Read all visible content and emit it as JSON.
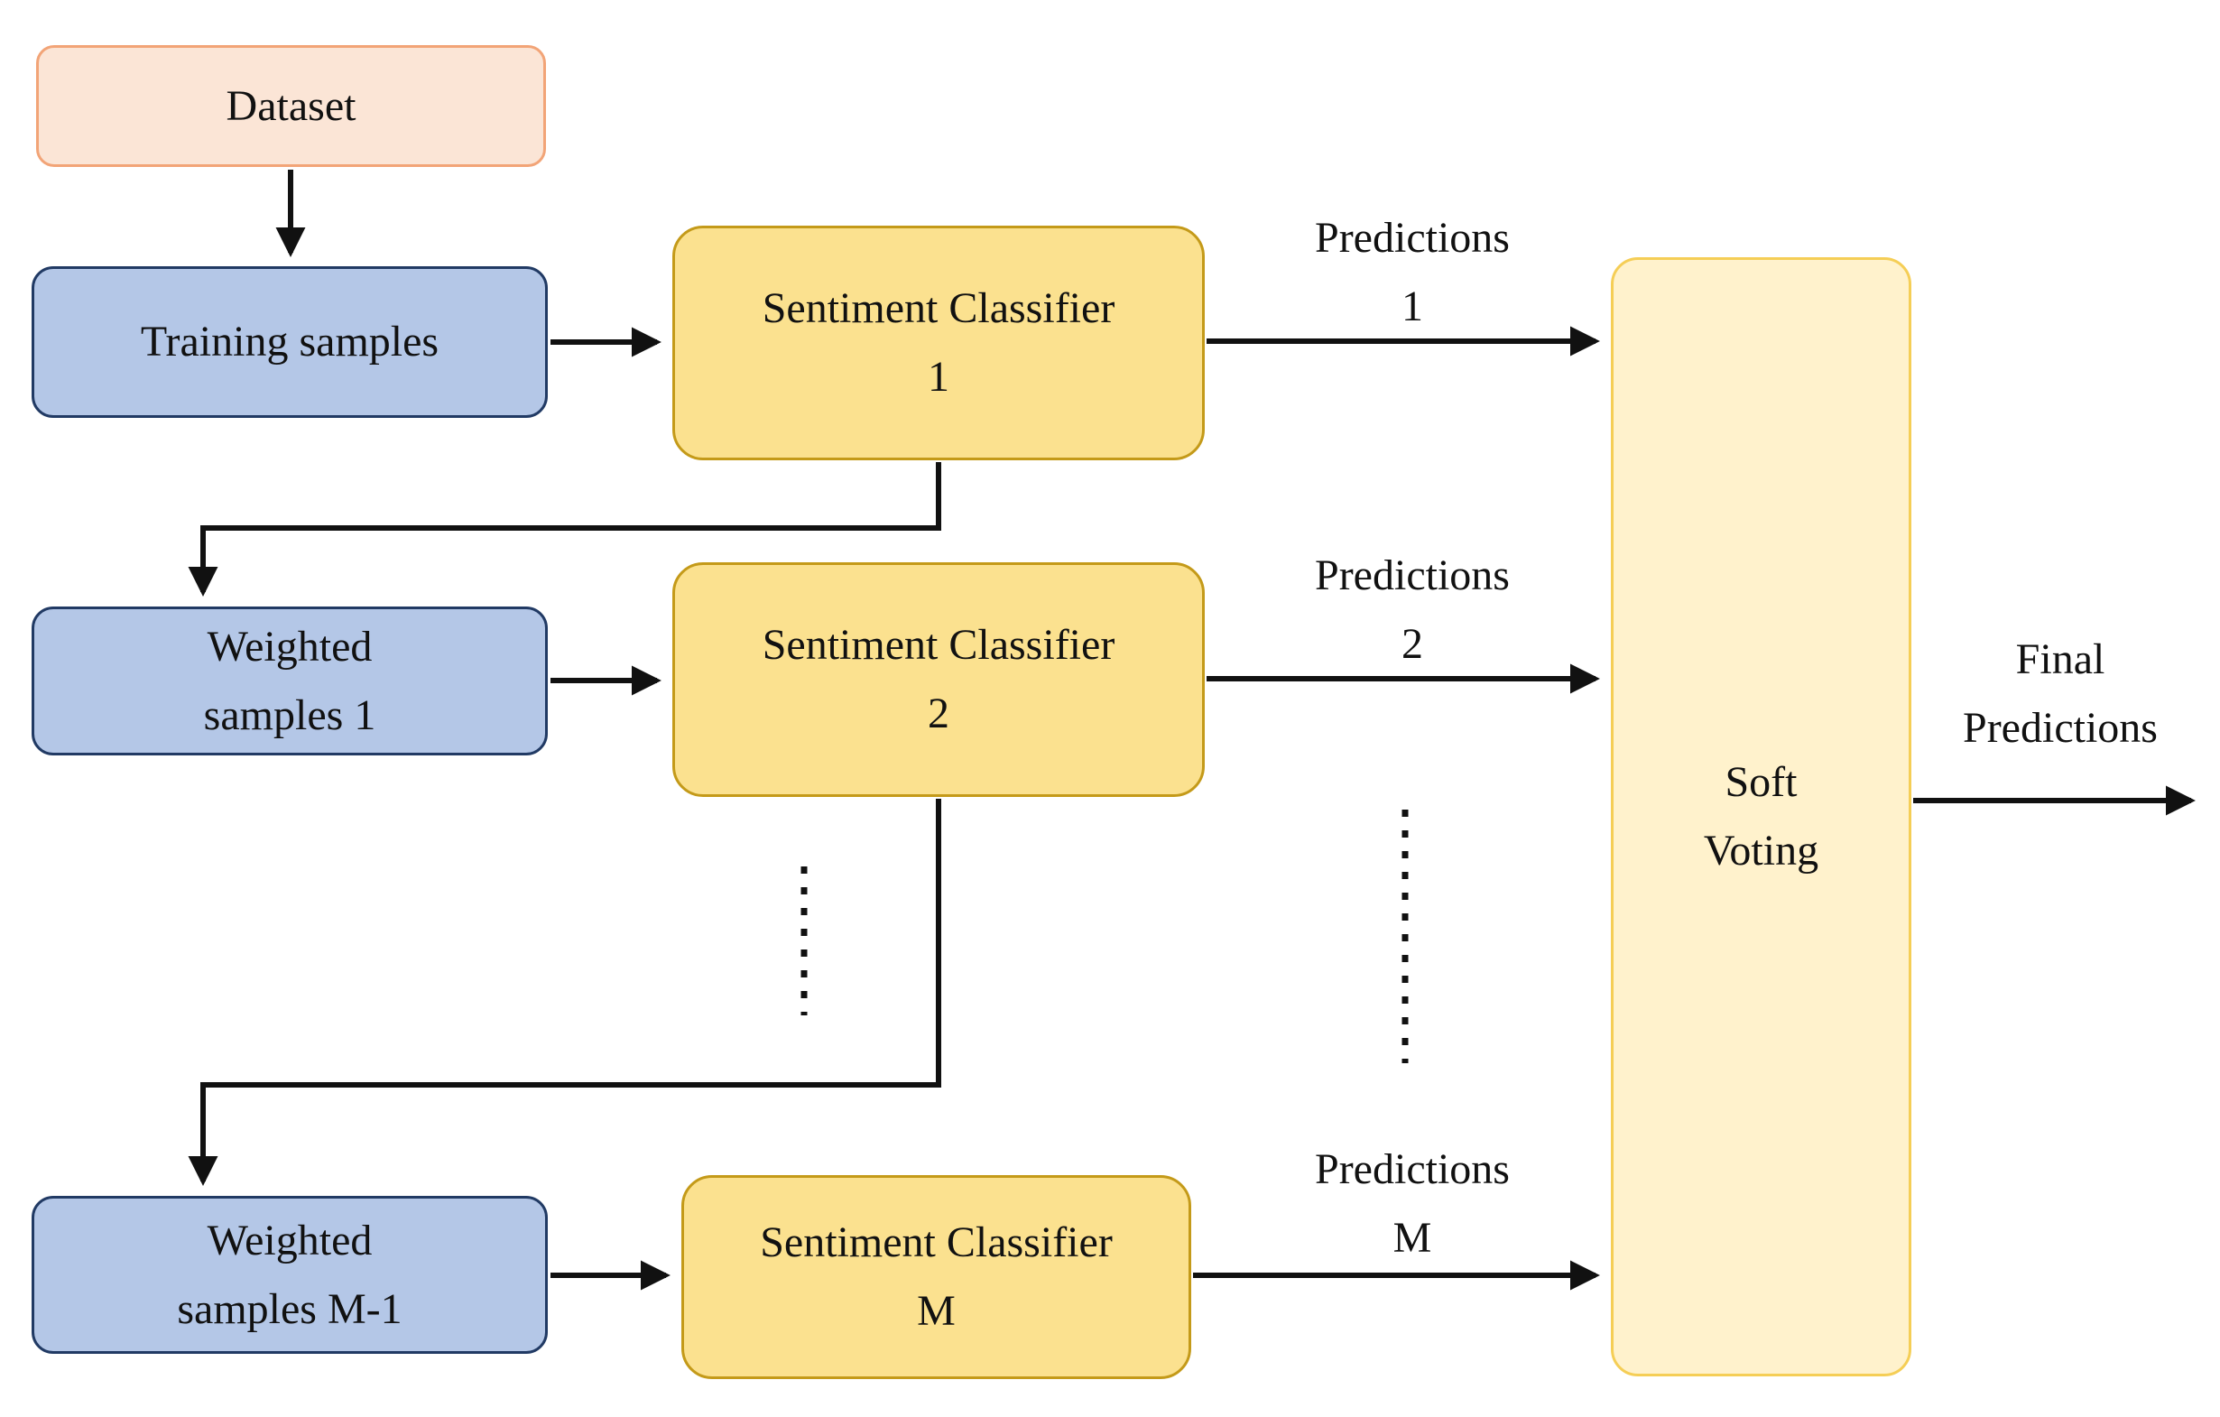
{
  "colors": {
    "dataset_fill": "#fbe5d6",
    "dataset_border": "#f2a477",
    "samples_fill": "#b4c7e7",
    "samples_border": "#213a64",
    "classifier_fill": "#fbe18f",
    "classifier_border": "#c49a19",
    "voting_fill": "#fff2cc",
    "voting_border": "#f5ce56",
    "connector": "#111111"
  },
  "nodes": {
    "dataset": {
      "label": "Dataset"
    },
    "training_samples": {
      "label": "Training samples"
    },
    "classifier_1": {
      "line1": "Sentiment Classifier",
      "line2": "1"
    },
    "weighted_samples_1": {
      "line1": "Weighted",
      "line2": "samples 1"
    },
    "classifier_2": {
      "line1": "Sentiment Classifier",
      "line2": "2"
    },
    "weighted_samples_m_1": {
      "line1": "Weighted",
      "line2": "samples M-1"
    },
    "classifier_m": {
      "line1": "Sentiment Classifier",
      "line2": "M"
    },
    "soft_voting": {
      "line1": "Soft",
      "line2": "Voting"
    }
  },
  "edge_labels": {
    "predictions_1": {
      "line1": "Predictions",
      "line2": "1"
    },
    "predictions_2": {
      "line1": "Predictions",
      "line2": "2"
    },
    "predictions_m": {
      "line1": "Predictions",
      "line2": "M"
    },
    "final_predictions": {
      "line1": "Final",
      "line2": "Predictions"
    }
  }
}
